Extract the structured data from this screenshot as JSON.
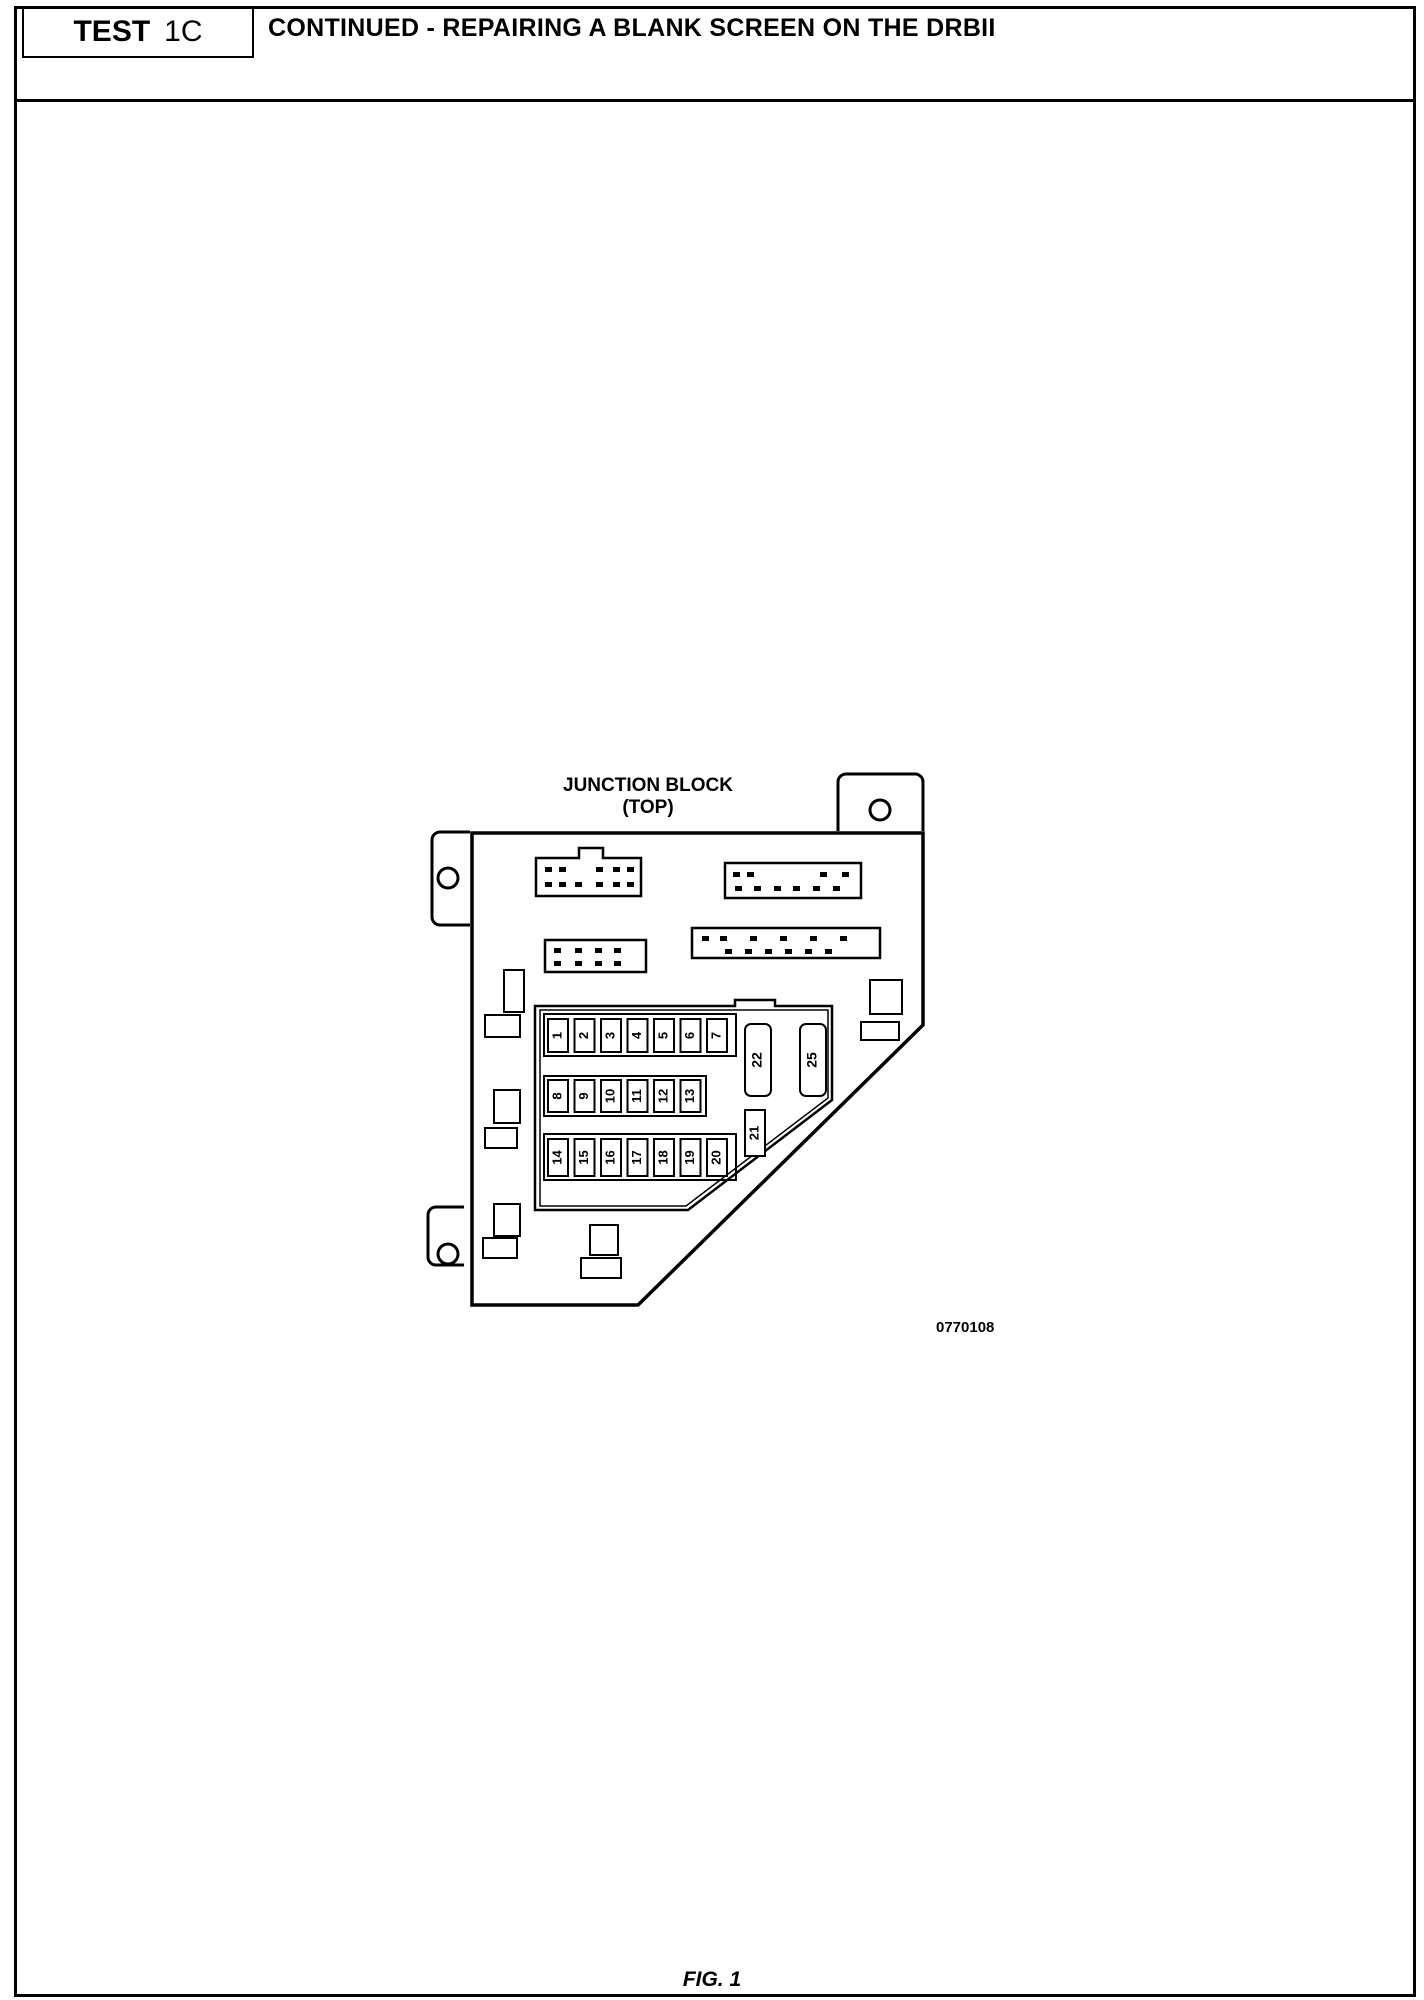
{
  "header": {
    "test_label": "TEST",
    "test_code": "1C",
    "title": "CONTINUED - REPAIRING A BLANK SCREEN ON THE DRBII"
  },
  "diagram": {
    "title_line1": "JUNCTION BLOCK",
    "title_line2": "(TOP)",
    "fuses_row1": [
      "1",
      "2",
      "3",
      "4",
      "5",
      "6",
      "7"
    ],
    "fuses_row2": [
      "8",
      "9",
      "10",
      "11",
      "12",
      "13"
    ],
    "fuses_row3": [
      "14",
      "15",
      "16",
      "17",
      "18",
      "19",
      "20"
    ],
    "fuse_21": "21",
    "fuse_22": "22",
    "fuse_25": "25",
    "image_id": "0770108"
  },
  "caption": "FIG. 1"
}
